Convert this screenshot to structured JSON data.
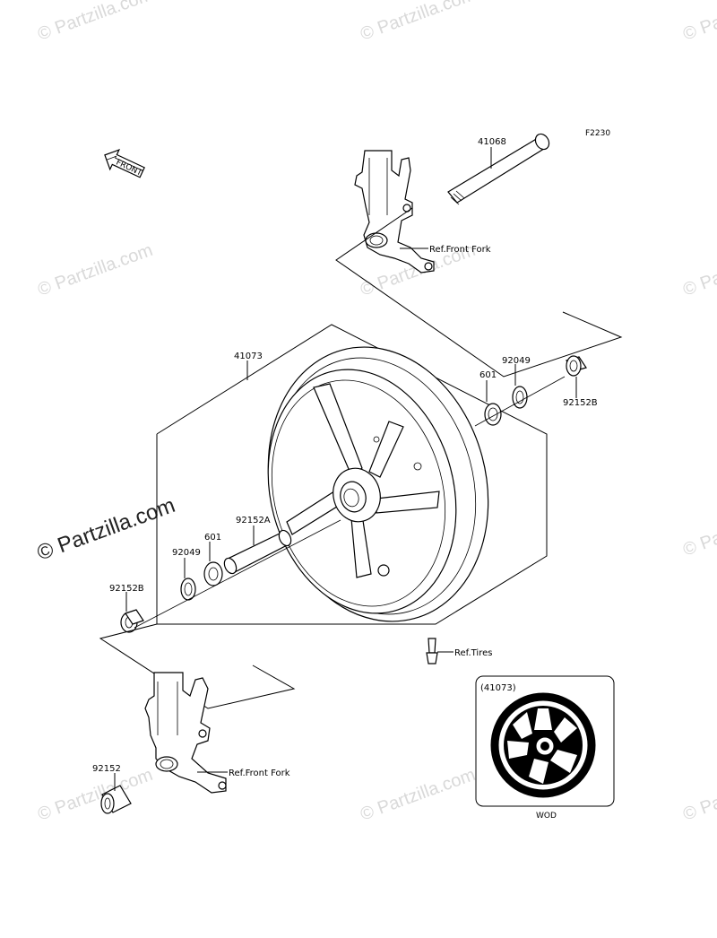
{
  "diagram_code": "F2230",
  "watermark": {
    "text": "© Partzilla.com"
  },
  "labels": {
    "axle": "41068",
    "wheel": "41073",
    "bearing_right": "601",
    "seal_right": "92049",
    "collar_right": "92152B",
    "spacer": "92152A",
    "bearing_left": "601",
    "seal_left": "92049",
    "collar_left": "92152B",
    "collar_lower": "92152",
    "ref_fork_upper": "Ref.Front Fork",
    "ref_fork_lower": "Ref.Front Fork",
    "ref_tires": "Ref.Tires",
    "front_arrow": "FRONT"
  },
  "inset": {
    "part_label": "(41073)",
    "caption": "WOD"
  },
  "colors": {
    "line": "#000000",
    "watermark": "#d9d9d9",
    "inset_wheel": "#000000"
  }
}
